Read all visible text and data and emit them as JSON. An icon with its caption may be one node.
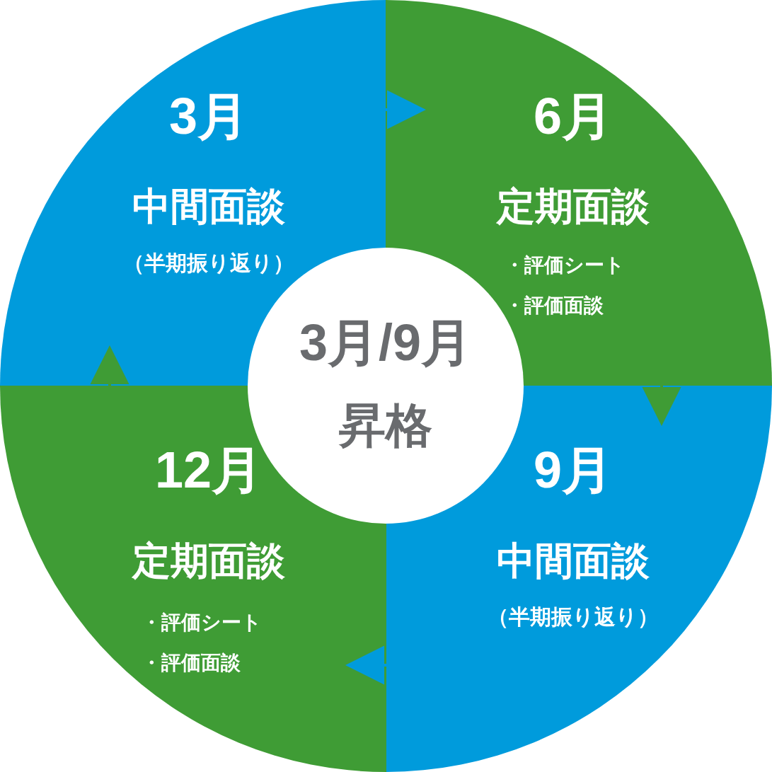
{
  "diagram": {
    "nodes": [
      {
        "text": [
          "3月",
          "中間面談",
          "（半期振り返り）"
        ]
      },
      {
        "text": [
          "6月",
          "定期面談",
          "・評価シート",
          "・評価面談"
        ]
      },
      {
        "text": [
          "9月",
          "中間面談",
          "（半期振り返り）"
        ]
      },
      {
        "text": [
          "12月",
          "定期面談",
          "・評価シート",
          "・評価面談"
        ]
      },
      {
        "text": [
          "3月/9月",
          "昇格"
        ]
      }
    ],
    "edges": [
      {
        "from": 0,
        "to": 1,
        "arrow": "to",
        "color": "#009bdc"
      },
      {
        "from": 1,
        "to": 2,
        "arrow": "to",
        "color": "#3f9c35"
      },
      {
        "from": 2,
        "to": 3,
        "arrow": "to",
        "color": "#009bdc"
      },
      {
        "from": 3,
        "to": 0,
        "arrow": "to",
        "color": "#3f9c35"
      }
    ]
  }
}
